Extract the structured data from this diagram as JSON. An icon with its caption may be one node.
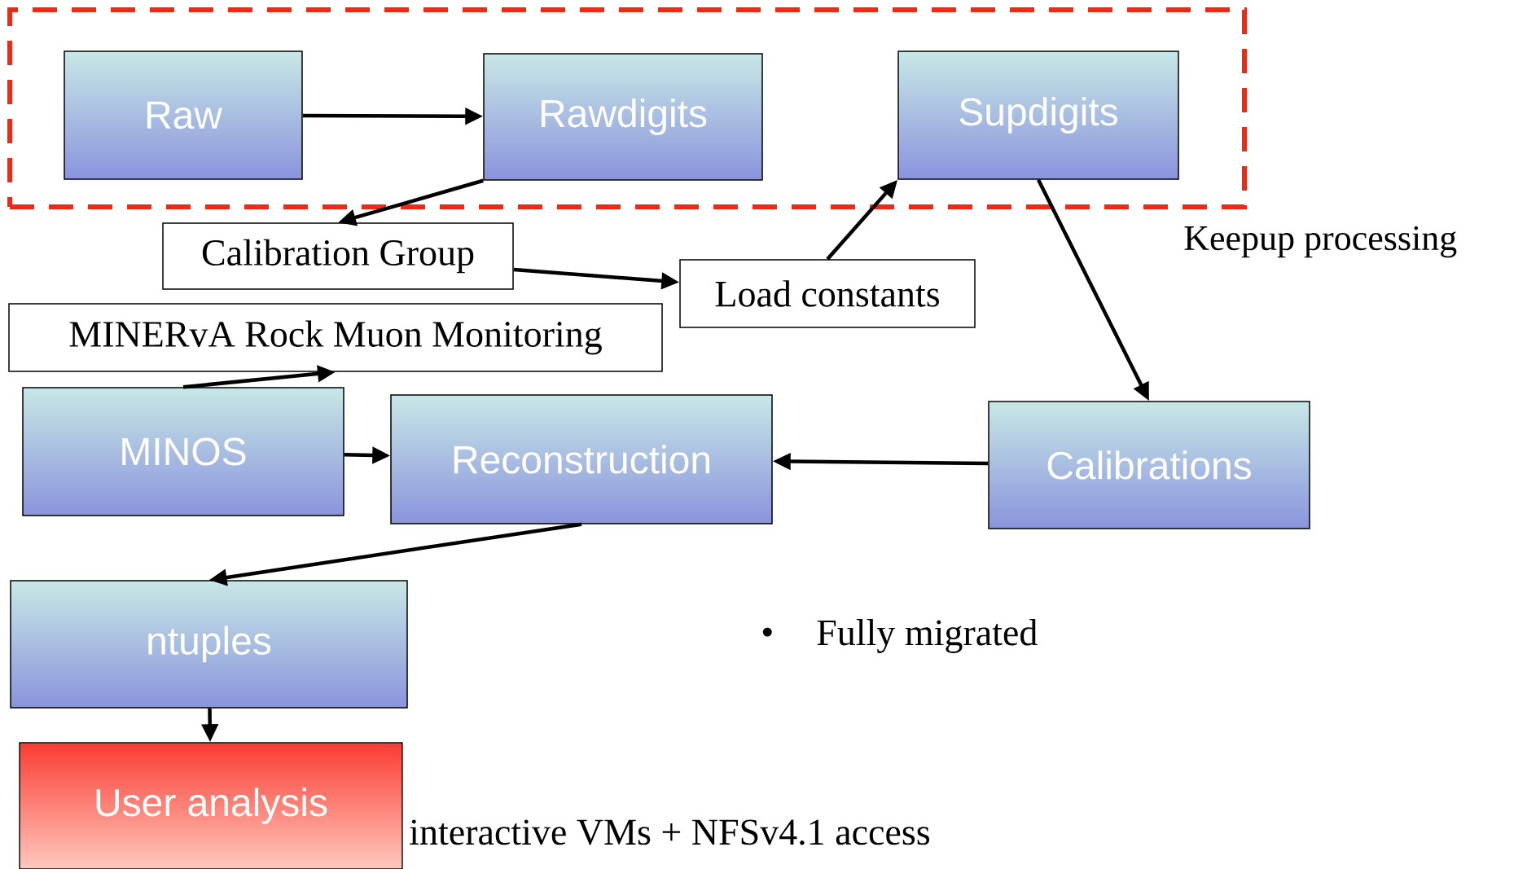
{
  "diagram": {
    "nodes": [
      {
        "text": [
          "Keepup processing"
        ]
      },
      {
        "text": [
          "Raw"
        ],
        "in": 0
      },
      {
        "text": [
          "Rawdigits"
        ],
        "in": 0
      },
      {
        "text": [
          "Supdigits"
        ],
        "in": 0
      },
      {
        "text": [
          "Calibration Group"
        ]
      },
      {
        "text": [
          "Load constants"
        ]
      },
      {
        "text": [
          "MINERvA Rock Muon Monitoring"
        ]
      },
      {
        "text": [
          "MINOS"
        ]
      },
      {
        "text": [
          "Reconstruction"
        ]
      },
      {
        "text": [
          "Calibrations"
        ]
      },
      {
        "text": [
          "ntuples"
        ]
      },
      {
        "text": [
          "User analysis"
        ]
      }
    ],
    "edges": [
      {
        "from": 1,
        "to": 2,
        "arrow": "to"
      },
      {
        "from": 2,
        "to": 4,
        "arrow": "to"
      },
      {
        "from": 4,
        "to": 5,
        "arrow": "to"
      },
      {
        "from": 5,
        "to": 3,
        "arrow": "to"
      },
      {
        "from": 3,
        "to": 9,
        "arrow": "to"
      },
      {
        "from": 9,
        "to": 8,
        "arrow": "to"
      },
      {
        "from": 7,
        "to": 8,
        "arrow": "to"
      },
      {
        "from": 7,
        "to": 6,
        "arrow": "to"
      },
      {
        "from": 8,
        "to": 10,
        "arrow": "to"
      },
      {
        "from": 10,
        "to": 11,
        "arrow": "to"
      }
    ],
    "labels": [
      "•",
      "Fully migrated",
      "interactive VMs + NFSv4.1 access"
    ]
  }
}
